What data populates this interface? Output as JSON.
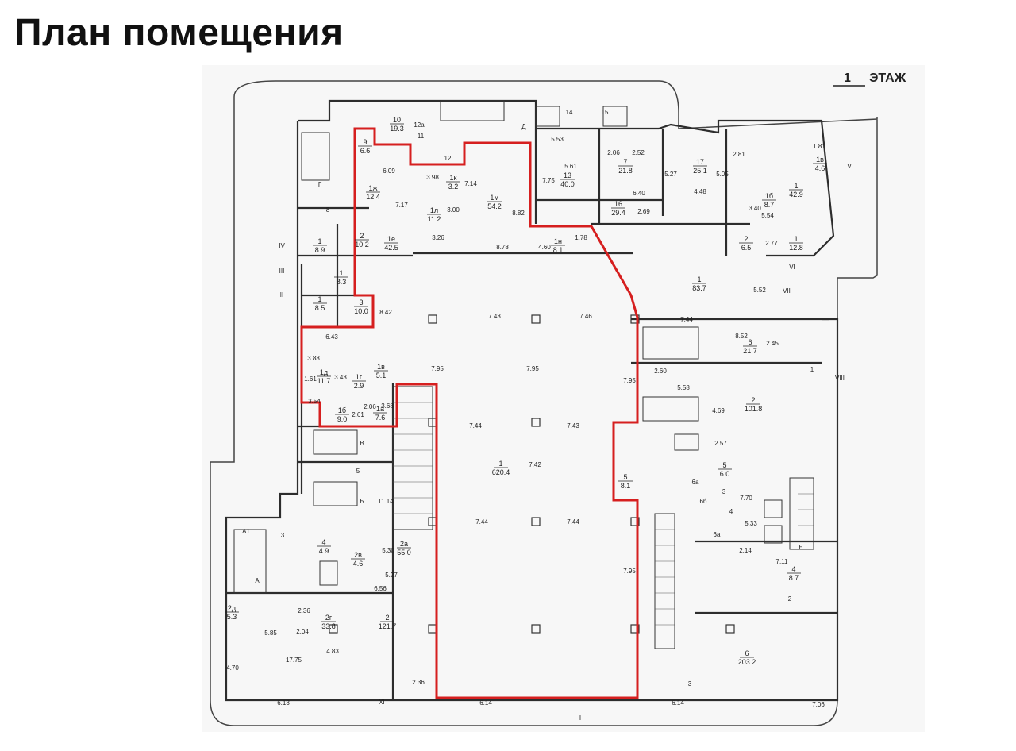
{
  "page": {
    "title": "План помещения"
  },
  "plan": {
    "floor_number": "1",
    "floor_label": "ЭТАЖ",
    "colors": {
      "boundary": "#d61f1f",
      "walls": "#2d2d2d",
      "background": "#f7f7f7"
    },
    "rooms": [
      {
        "n": "10",
        "a": "19.3"
      },
      {
        "n": "9",
        "a": "6.6"
      },
      {
        "n": "1ж",
        "a": "12.4"
      },
      {
        "n": "1к",
        "a": "3.2"
      },
      {
        "n": "1л",
        "a": "11.2"
      },
      {
        "n": "1м",
        "a": "54.2"
      },
      {
        "n": "13",
        "a": "40.0"
      },
      {
        "n": "7",
        "a": "21.8"
      },
      {
        "n": "17",
        "a": "25.1"
      },
      {
        "n": "1",
        "a": "42.9"
      },
      {
        "n": "1в",
        "a": "4.6"
      },
      {
        "n": "16",
        "a": "29.4"
      },
      {
        "n": "1б",
        "a": "8.7"
      },
      {
        "n": "1",
        "a": "8.9"
      },
      {
        "n": "2",
        "a": "10.2"
      },
      {
        "n": "1е",
        "a": "42.5"
      },
      {
        "n": "1н",
        "a": "8.1"
      },
      {
        "n": "1",
        "a": "8.3"
      },
      {
        "n": "1",
        "a": "8.5"
      },
      {
        "n": "3",
        "a": "10.0"
      },
      {
        "n": "2",
        "a": "6.5"
      },
      {
        "n": "1",
        "a": "12.8"
      },
      {
        "n": "1",
        "a": "83.7"
      },
      {
        "n": "6",
        "a": "21.7"
      },
      {
        "n": "1д",
        "a": "11.7"
      },
      {
        "n": "1г",
        "a": "2.9"
      },
      {
        "n": "1в",
        "a": "5.1"
      },
      {
        "n": "1б",
        "a": "9.0"
      },
      {
        "n": "1а",
        "a": "7.6"
      },
      {
        "n": "2",
        "a": "101.8"
      },
      {
        "n": "1",
        "a": "620.4"
      },
      {
        "n": "5",
        "a": "8.1"
      },
      {
        "n": "5",
        "a": "6.0"
      },
      {
        "n": "4",
        "a": "4.9"
      },
      {
        "n": "2а",
        "a": "55.0"
      },
      {
        "n": "2в",
        "a": "4.6"
      },
      {
        "n": "2д",
        "a": "5.3"
      },
      {
        "n": "2г",
        "a": "33.8"
      },
      {
        "n": "2",
        "a": "121.7"
      },
      {
        "n": "4",
        "a": "8.7"
      },
      {
        "n": "6",
        "a": "203.2"
      }
    ],
    "labels": [
      "Д",
      "14",
      "15",
      "12",
      "11",
      "12а",
      "Г",
      "8",
      "IV",
      "III",
      "II",
      "V",
      "VI",
      "VII",
      "VIII",
      "В",
      "5",
      "Б",
      "А",
      "А1",
      "3",
      "Е",
      "3",
      "4",
      "6а",
      "6а",
      "6б",
      "1",
      "2",
      "3",
      "XI",
      "I",
      "5.53",
      "5.61",
      "7.75",
      "2.06",
      "2.52",
      "5.27",
      "5.05",
      "2.81",
      "1.81",
      "6.40",
      "4.48",
      "3.40",
      "5.54",
      "2.69",
      "6.09",
      "3.98",
      "7.17",
      "7.14",
      "3.00",
      "8.82",
      "3.26",
      "8.78",
      "4.60",
      "1.78",
      "2.77",
      "5.52",
      "7.44",
      "8.52",
      "2.45",
      "6.43",
      "8.42",
      "3.88",
      "1.61",
      "3.43",
      "3.54",
      "2.61",
      "2.06",
      "3.68",
      "7.43",
      "7.46",
      "7.95",
      "7.95",
      "7.95",
      "7.44",
      "7.43",
      "7.42",
      "7.44",
      "7.44",
      "7.95",
      "2.60",
      "5.58",
      "4.69",
      "2.57",
      "7.70",
      "5.33",
      "2.14",
      "7.11",
      "11.14",
      "5.30",
      "5.27",
      "6.56",
      "2.36",
      "2.04",
      "4.83",
      "5.85",
      "17.75",
      "4.70",
      "2.36",
      "6.13",
      "6.14",
      "6.14",
      "7.06"
    ]
  }
}
